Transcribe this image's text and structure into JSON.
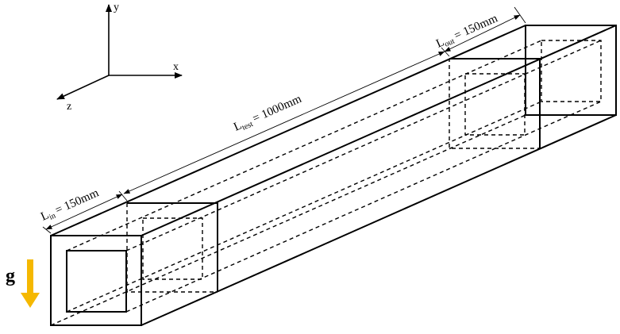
{
  "axes": {
    "x_label": "x",
    "y_label": "y",
    "z_label": "z"
  },
  "dimensions": {
    "inlet": {
      "symbol": "L",
      "subscript": "in",
      "value": "= 150mm"
    },
    "test": {
      "symbol": "L",
      "subscript": "test",
      "value": "= 1000mm"
    },
    "outlet": {
      "symbol": "L",
      "subscript": "out",
      "value": "= 150mm"
    }
  },
  "gravity": {
    "label": "g",
    "arrow_color": "#F5B800"
  },
  "colors": {
    "line": "#000000",
    "background": "#FFFFFF"
  }
}
